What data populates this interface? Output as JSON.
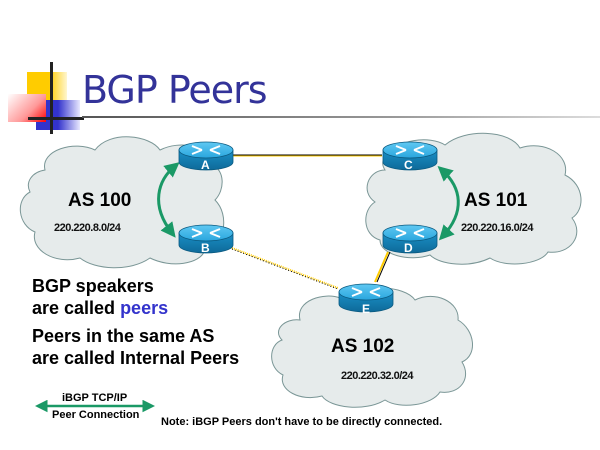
{
  "slide": {
    "title": "BGP Peers",
    "bullets": [
      {
        "line1": "BGP speakers",
        "line2_prefix": "are called ",
        "line2_highlight": "peers"
      },
      {
        "line1": "Peers in the same AS",
        "line2": "are called Internal Peers"
      }
    ],
    "note": "Note: iBGP Peers don't have to be directly connected.",
    "legend": {
      "line1": "iBGP TCP/IP",
      "line2": "Peer Connection",
      "color": "#1a9966"
    },
    "colors": {
      "title": "#333399",
      "highlight": "#3333cc",
      "link": "#ffcc00",
      "cloud": "#e6ebeb",
      "router": "#1a8fc6",
      "ibgp_arrow": "#1a9966"
    }
  },
  "autonomous_systems": [
    {
      "id": "as100",
      "label": "AS 100",
      "prefix": "220.220.8.0/24",
      "routers": [
        "A",
        "B"
      ]
    },
    {
      "id": "as101",
      "label": "AS 101",
      "prefix": "220.220.16.0/24",
      "routers": [
        "C",
        "D"
      ]
    },
    {
      "id": "as102",
      "label": "AS 102",
      "prefix": "220.220.32.0/24",
      "routers": [
        "E"
      ]
    }
  ],
  "routers": [
    {
      "id": "A",
      "label": "A"
    },
    {
      "id": "B",
      "label": "B"
    },
    {
      "id": "C",
      "label": "C"
    },
    {
      "id": "D",
      "label": "D"
    },
    {
      "id": "E",
      "label": "E"
    }
  ],
  "links": [
    {
      "from": "A",
      "to": "C",
      "type": "physical"
    },
    {
      "from": "B",
      "to": "E",
      "type": "physical"
    },
    {
      "from": "D",
      "to": "E",
      "type": "physical"
    }
  ],
  "ibgp_sessions": [
    {
      "from": "A",
      "to": "B"
    },
    {
      "from": "C",
      "to": "D"
    }
  ]
}
